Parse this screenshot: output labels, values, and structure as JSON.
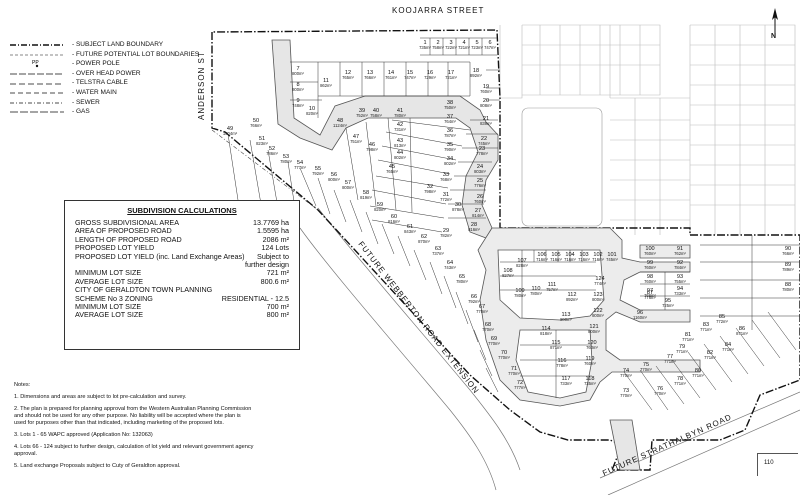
{
  "legend": [
    {
      "label": "- SUBJECT LAND BOUNDARY",
      "symbol": "boundary"
    },
    {
      "label": "- FUTURE POTENTIAL LOT BOUNDARIES",
      "symbol": "dash"
    },
    {
      "label": "- POWER POLE",
      "symbol": "pole",
      "sym_text": "PP"
    },
    {
      "label": "- OVER HEAD POWER",
      "symbol": "ohp"
    },
    {
      "label": "- TELSTRA CABLE",
      "symbol": "telstra"
    },
    {
      "label": "- WATER MAIN",
      "symbol": "water"
    },
    {
      "label": "- SEWER",
      "symbol": "sewer"
    },
    {
      "label": "- GAS",
      "symbol": "gas"
    }
  ],
  "calc": {
    "title": "SUBDIVISION CALCULATIONS",
    "rows": [
      {
        "label": "GROSS SUBDIVISIONAL AREA",
        "value": "13.7769 ha"
      },
      {
        "label": "AREA OF PROPOSED ROAD",
        "value": "1.5595 ha"
      },
      {
        "label": "LENGTH OF PROPOSED ROAD",
        "value": "2086 m²"
      },
      {
        "label": "PROPOSED LOT YIELD",
        "value": "124 Lots"
      },
      {
        "label": "PROPOSED LOT YIELD (inc. Land Exchange Areas)",
        "value": "Subject to"
      },
      {
        "label": "",
        "value": "further design"
      },
      {
        "label": "MINIMUM LOT SIZE",
        "value": "721 m²"
      },
      {
        "label": "AVERAGE LOT SIZE",
        "value": "800.6 m²"
      },
      {
        "label": "CITY OF GERALDTON TOWN PLANNING",
        "value": ""
      },
      {
        "label": "SCHEME No 3 ZONING",
        "value": "RESIDENTIAL - 12.5"
      },
      {
        "label": "MINIMUM LOT SIZE",
        "value": "700 m²"
      },
      {
        "label": "AVERAGE LOT SIZE",
        "value": "800 m²"
      }
    ]
  },
  "notes": {
    "title": "Notes:",
    "items": [
      "1. Dimensions and areas are subject to lot pre-calculation and survey.",
      "2. The plan is prepared for planning approval from the Western Australian Planning Commission and should not be used for any other purpose. No liability will be accepted where the plan is used for purposes other than that indicated, including marketing of the proposed lots.",
      "3. Lots 1 - 65 WAPC approved (Application No: 132063)",
      "4. Lots 66 - 124 subject to further design, calculation of lot yield and relevant government agency approval.",
      "5. Land exchange Proposals subject to Cuty of Geraldton approval."
    ]
  },
  "streets": {
    "koojarra": "KOOJARRA STREET",
    "anderson": "ANDERSON ST",
    "webberton": "FUTURE WEBBERTON ROAD EXTENSION",
    "strathalbyn": "FUTURE STRATHALBYN ROAD"
  },
  "compass": {
    "label": "N"
  },
  "adjacent_lot": "110",
  "lots": [
    {
      "n": "1",
      "a": "735m²"
    },
    {
      "n": "2",
      "a": "758m²"
    },
    {
      "n": "3",
      "a": "722m²"
    },
    {
      "n": "4",
      "a": "721m²"
    },
    {
      "n": "5",
      "a": "723m²"
    },
    {
      "n": "6",
      "a": "747m²"
    },
    {
      "n": "7",
      "a": "800m²"
    },
    {
      "n": "8",
      "a": "800m²"
    },
    {
      "n": "9",
      "a": "748m²"
    },
    {
      "n": "10",
      "a": "820m²"
    },
    {
      "n": "11",
      "a": "862m²"
    },
    {
      "n": "12",
      "a": "765m²"
    },
    {
      "n": "13",
      "a": "766m²"
    },
    {
      "n": "14",
      "a": "761m²"
    },
    {
      "n": "15",
      "a": "747m²"
    },
    {
      "n": "16",
      "a": "729m²"
    },
    {
      "n": "17",
      "a": "721m²"
    },
    {
      "n": "18",
      "a": "892m²"
    },
    {
      "n": "19",
      "a": "760m²"
    },
    {
      "n": "20",
      "a": "808m²"
    },
    {
      "n": "21",
      "a": "839m²"
    },
    {
      "n": "22",
      "a": "745m²"
    },
    {
      "n": "23",
      "a": "778m²"
    },
    {
      "n": "24",
      "a": "803m²"
    },
    {
      "n": "25",
      "a": "776m²"
    },
    {
      "n": "26",
      "a": "760m²"
    },
    {
      "n": "27",
      "a": "814m²"
    },
    {
      "n": "28",
      "a": "816m²"
    },
    {
      "n": "29",
      "a": "782m²"
    },
    {
      "n": "30",
      "a": "878m²"
    },
    {
      "n": "31",
      "a": "772m²"
    },
    {
      "n": "32",
      "a": "798m²"
    },
    {
      "n": "33",
      "a": "768m²"
    },
    {
      "n": "34",
      "a": "802m²"
    },
    {
      "n": "35",
      "a": "790m²"
    },
    {
      "n": "36",
      "a": "787m²"
    },
    {
      "n": "37",
      "a": "764m²"
    },
    {
      "n": "38",
      "a": "750m²"
    },
    {
      "n": "39",
      "a": "752m²"
    },
    {
      "n": "40",
      "a": "758m²"
    },
    {
      "n": "41",
      "a": "780m²"
    },
    {
      "n": "42",
      "a": "731m²"
    },
    {
      "n": "43",
      "a": "813m²"
    },
    {
      "n": "44",
      "a": "802m²"
    },
    {
      "n": "45",
      "a": "765m²"
    },
    {
      "n": "46",
      "a": "798m²"
    },
    {
      "n": "47",
      "a": "751m²"
    },
    {
      "n": "48",
      "a": "1124m²"
    },
    {
      "n": "49",
      "a": "1804m²"
    },
    {
      "n": "50",
      "a": "766m²"
    },
    {
      "n": "51",
      "a": "823m²"
    },
    {
      "n": "52",
      "a": "786m²"
    },
    {
      "n": "53",
      "a": "780m²"
    },
    {
      "n": "54",
      "a": "777m²"
    },
    {
      "n": "55",
      "a": "792m²"
    },
    {
      "n": "56",
      "a": "800m²"
    },
    {
      "n": "57",
      "a": "800m²"
    },
    {
      "n": "58",
      "a": "819m²"
    },
    {
      "n": "59",
      "a": "820m²"
    },
    {
      "n": "60",
      "a": "816m²"
    },
    {
      "n": "61",
      "a": "843m²"
    },
    {
      "n": "62",
      "a": "870m²"
    },
    {
      "n": "63",
      "a": "737m²"
    },
    {
      "n": "64",
      "a": "743m²"
    },
    {
      "n": "65",
      "a": "780m²"
    },
    {
      "n": "66",
      "a": "792m²"
    },
    {
      "n": "67",
      "a": "770m²"
    },
    {
      "n": "68",
      "a": "770m²"
    },
    {
      "n": "69",
      "a": "770m²"
    },
    {
      "n": "70",
      "a": "770m²"
    },
    {
      "n": "71",
      "a": "770m²"
    },
    {
      "n": "72",
      "a": "777m²"
    },
    {
      "n": "73",
      "a": "770m²"
    },
    {
      "n": "74",
      "a": "770m²"
    },
    {
      "n": "75",
      "a": "770m²"
    },
    {
      "n": "76",
      "a": "770m²"
    },
    {
      "n": "77",
      "a": "771m²"
    },
    {
      "n": "78",
      "a": "771m²"
    },
    {
      "n": "79",
      "a": "771m²"
    },
    {
      "n": "80",
      "a": "771m²"
    },
    {
      "n": "81",
      "a": "771m²"
    },
    {
      "n": "82",
      "a": "771m²"
    },
    {
      "n": "83",
      "a": "771m²"
    },
    {
      "n": "84",
      "a": "771m²"
    },
    {
      "n": "85",
      "a": "772m²"
    },
    {
      "n": "86",
      "a": "871m²"
    },
    {
      "n": "87",
      "a": "776m²"
    },
    {
      "n": "88",
      "a": "780m²"
    },
    {
      "n": "89",
      "a": "789m²"
    },
    {
      "n": "90",
      "a": "766m²"
    },
    {
      "n": "91",
      "a": "762m²"
    },
    {
      "n": "92",
      "a": "784m²"
    },
    {
      "n": "93",
      "a": "755m²"
    },
    {
      "n": "94",
      "a": "733m²"
    },
    {
      "n": "95",
      "a": "725m²"
    },
    {
      "n": "96",
      "a": "1160m²"
    },
    {
      "n": "97",
      "a": "766m²"
    },
    {
      "n": "98",
      "a": "760m²"
    },
    {
      "n": "99",
      "a": "760m²"
    },
    {
      "n": "100",
      "a": "760m²"
    },
    {
      "n": "101",
      "a": "745m²"
    },
    {
      "n": "102",
      "a": "716m²"
    },
    {
      "n": "103",
      "a": "716m²"
    },
    {
      "n": "104",
      "a": "716m²"
    },
    {
      "n": "105",
      "a": "716m²"
    },
    {
      "n": "106",
      "a": "716m²"
    },
    {
      "n": "107",
      "a": "828m²"
    },
    {
      "n": "108",
      "a": "827m²"
    },
    {
      "n": "109",
      "a": "780m²"
    },
    {
      "n": "110",
      "a": "780m²"
    },
    {
      "n": "111",
      "a": "757m²"
    },
    {
      "n": "112",
      "a": "892m²"
    },
    {
      "n": "113",
      "a": "800m²"
    },
    {
      "n": "114",
      "a": "818m²"
    },
    {
      "n": "115",
      "a": "871m²"
    },
    {
      "n": "116",
      "a": "778m²"
    },
    {
      "n": "117",
      "a": "733m²"
    },
    {
      "n": "118",
      "a": "735m²"
    },
    {
      "n": "119",
      "a": "760m²"
    },
    {
      "n": "120",
      "a": "760m²"
    },
    {
      "n": "121",
      "a": "800m²"
    },
    {
      "n": "122",
      "a": "800m²"
    },
    {
      "n": "123",
      "a": "800m²"
    },
    {
      "n": "124",
      "a": "774m²"
    }
  ]
}
